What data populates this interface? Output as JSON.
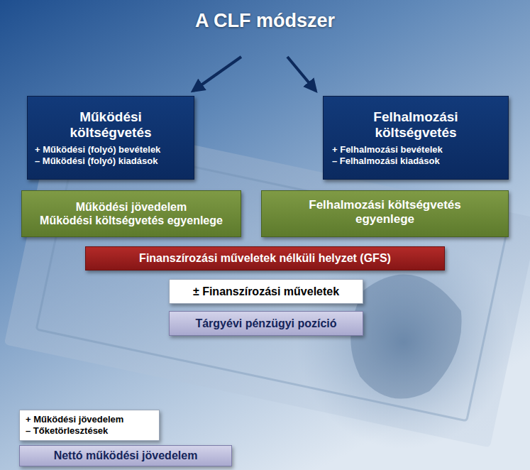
{
  "diagram": {
    "title": "A CLF módszer",
    "nodes": [
      {
        "text": [
          "Működési költségvetés",
          "+ Működési (folyó) bevételek",
          "– Működési (folyó) kiadások"
        ]
      },
      {
        "text": [
          "Felhalmozási költségvetés",
          "+ Felhalmozási bevételek",
          "– Felhalmozási kiadások"
        ]
      },
      {
        "text": [
          "Működési jövedelem",
          "Működési költségvetés egyenlege"
        ]
      },
      {
        "text": [
          "Felhalmozási költségvetés egyenlege"
        ]
      },
      {
        "text": [
          "Finanszírozási műveletek nélküli helyzet (GFS)"
        ]
      },
      {
        "text": [
          "± Finanszírozási műveletek"
        ]
      },
      {
        "text": [
          "Tárgyévi pénzügyi pozíció"
        ]
      },
      {
        "text": [
          "+ Működési jövedelem",
          "– Tőketörlesztések"
        ]
      },
      {
        "text": [
          "Nettó működési jövedelem"
        ]
      }
    ]
  }
}
